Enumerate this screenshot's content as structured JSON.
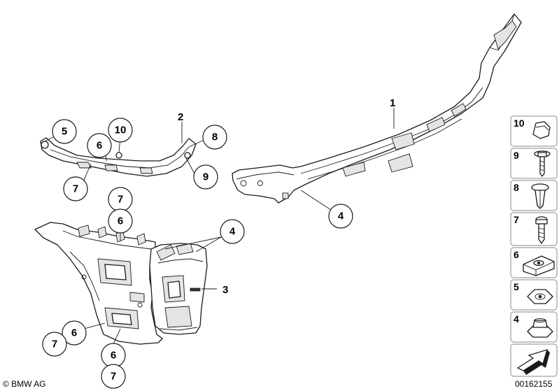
{
  "callouts": {
    "c1": "1",
    "c2": "2",
    "c3": "3",
    "c4a": "4",
    "c4b": "4",
    "c5": "5",
    "c6a": "6",
    "c6b": "6",
    "c6c": "6",
    "c6d": "6",
    "c7a": "7",
    "c7b": "7",
    "c7c": "7",
    "c7d": "7",
    "c8": "8",
    "c9": "9",
    "c10": "10"
  },
  "legend": {
    "items": [
      {
        "number": "10",
        "icon": "nut-cap-icon"
      },
      {
        "number": "9",
        "icon": "screw-washer-icon"
      },
      {
        "number": "8",
        "icon": "expanding-rivet-icon"
      },
      {
        "number": "7",
        "icon": "tapping-screw-icon"
      },
      {
        "number": "6",
        "icon": "clip-nut-icon"
      },
      {
        "number": "5",
        "icon": "flat-nut-icon"
      },
      {
        "number": "4",
        "icon": "hex-nut-icon"
      }
    ],
    "arrow_icon": "direction-arrow-icon"
  },
  "footer": {
    "copyright": "© BMW AG",
    "diagram_id": "00162155"
  }
}
